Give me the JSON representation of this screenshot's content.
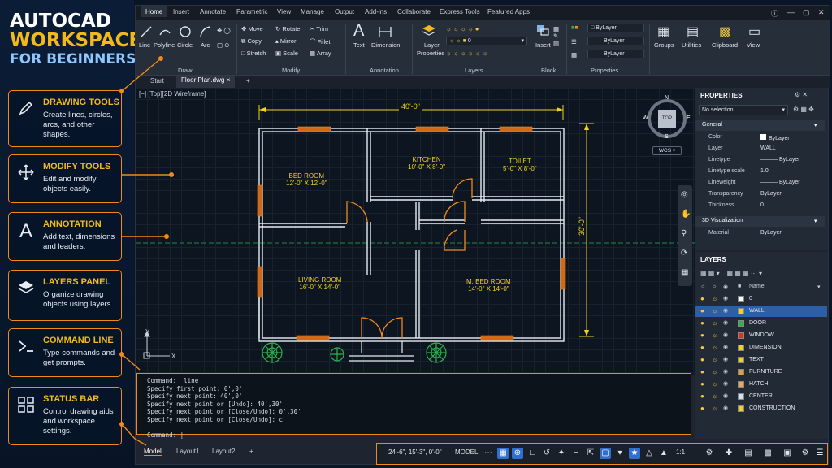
{
  "title": {
    "line1": "AUTOCAD",
    "line2": "WORKSPACE",
    "line3": "FOR BEGINNERS"
  },
  "cards": [
    {
      "icon": "pencil-icon",
      "heading": "DRAWING TOOLS",
      "desc": "Create lines, circles, arcs, and other shapes."
    },
    {
      "icon": "move-arrows-icon",
      "heading": "MODIFY TOOLS",
      "desc": "Edit and modify objects easily."
    },
    {
      "icon": "letter-a-icon",
      "heading": "ANNOTATION",
      "desc": "Add text, dimensions and leaders."
    },
    {
      "icon": "layers-stack-icon",
      "heading": "LAYERS PANEL",
      "desc": "Organize drawing objects using layers."
    },
    {
      "icon": "prompt-icon",
      "heading": "COMMAND LINE",
      "desc": "Type commands and get prompts."
    },
    {
      "icon": "grid-squares-icon",
      "heading": "STATUS BAR",
      "desc": "Control drawing aids and workspace settings."
    }
  ],
  "ribbon_tabs": [
    "Home",
    "Insert",
    "Annotate",
    "Parametric",
    "View",
    "Manage",
    "Output",
    "Add-ins",
    "Collaborate",
    "Express Tools",
    "Featured Apps"
  ],
  "ribbon": {
    "draw": {
      "line": "Line",
      "polyline": "Polyline",
      "circle": "Circle",
      "arc": "Arc",
      "group": "Draw"
    },
    "modify": {
      "move": "Move",
      "rotate": "Rotate",
      "trim": "Trim",
      "copy": "Copy",
      "mirror": "Mirror",
      "fillet": "Fillet",
      "stretch": "Stretch",
      "scale": "Scale",
      "array": "Array",
      "group": "Modify"
    },
    "annotation": {
      "text": "Text",
      "dimension": "Dimension",
      "group": "Annotation"
    },
    "layers": {
      "layer": "Layer",
      "properties": "Properties",
      "group": "Layers"
    },
    "block": {
      "insert": "Insert",
      "group": "Block"
    },
    "properties": {
      "bylayer1": "ByLayer",
      "bylayer2": "ByLayer",
      "bylayer3": "ByLayer",
      "group": "Properties"
    },
    "groups": "Groups",
    "utilities": "Utilities",
    "clipboard": "Clipboard",
    "view": "View"
  },
  "doc_tabs": {
    "start": "Start",
    "file": "Floor Plan.dwg",
    "add": "+"
  },
  "viewport_label": "[−] [Top][2D Wireframe]",
  "viewcube": {
    "top": "TOP",
    "n": "N",
    "s": "S",
    "e": "E",
    "w": "W",
    "wcs": "WCS"
  },
  "drawing": {
    "dim_width": "40'-0\"",
    "dim_height": "30'-0\"",
    "rooms": [
      {
        "name": "BED ROOM",
        "size": "12'-0\" X 12'-0\""
      },
      {
        "name": "KITCHEN",
        "size": "10'-0\" X 8'-0\""
      },
      {
        "name": "TOILET",
        "size": "5'-0\" X 8'-0\""
      },
      {
        "name": "LIVING ROOM",
        "size": "16'-0\" X 14'-0\""
      },
      {
        "name": "M. BED ROOM",
        "size": "14'-0\" X 14'-0\""
      }
    ],
    "ucs_x": "X",
    "ucs_y": "Y"
  },
  "command_lines": [
    "Command: _line",
    "Specify first point: 0',0'",
    "Specify next point: 40',0'",
    "Specify next point or [Undo]: 40',30'",
    "Specify next point or [Close/Undo]: 0',30'",
    "Specify next point or [Close/Undo]: c",
    "",
    "Command: |"
  ],
  "layout_tabs": [
    "Model",
    "Layout1",
    "Layout2",
    "+"
  ],
  "status": {
    "coords": "24'-6\", 15'-3\", 0'-0\"",
    "model": "MODEL",
    "scale": "1:1"
  },
  "properties": {
    "header": "PROPERTIES",
    "selection": "No selection",
    "general": "General",
    "rows": [
      {
        "k": "Color",
        "v": "ByLayer"
      },
      {
        "k": "Layer",
        "v": "WALL"
      },
      {
        "k": "Linetype",
        "v": "——— ByLayer"
      },
      {
        "k": "Linetype scale",
        "v": "1.0"
      },
      {
        "k": "Lineweight",
        "v": "——— ByLayer"
      },
      {
        "k": "Transparency",
        "v": "ByLayer"
      },
      {
        "k": "Thickness",
        "v": "0"
      }
    ],
    "viz": "3D Visualization",
    "material_k": "Material",
    "material_v": "ByLayer"
  },
  "layers_panel": {
    "header": "LAYERS",
    "name_col": "Name",
    "items": [
      {
        "name": "0",
        "color": "#ffffff"
      },
      {
        "name": "WALL",
        "color": "#f2d21b"
      },
      {
        "name": "DOOR",
        "color": "#2bb34a"
      },
      {
        "name": "WINDOW",
        "color": "#e0301e"
      },
      {
        "name": "DIMENSION",
        "color": "#f2d21b"
      },
      {
        "name": "TEXT",
        "color": "#f2d21b"
      },
      {
        "name": "FURNITURE",
        "color": "#e89a3c"
      },
      {
        "name": "HATCH",
        "color": "#f2a35e"
      },
      {
        "name": "CENTER",
        "color": "#cfe3f5"
      },
      {
        "name": "CONSTRUCTION",
        "color": "#f2d21b"
      }
    ]
  },
  "colors": {
    "accent": "#f08a1c",
    "wall": "#e8edf3",
    "dimension": "#f2d21b",
    "door": "#f08a1c"
  }
}
